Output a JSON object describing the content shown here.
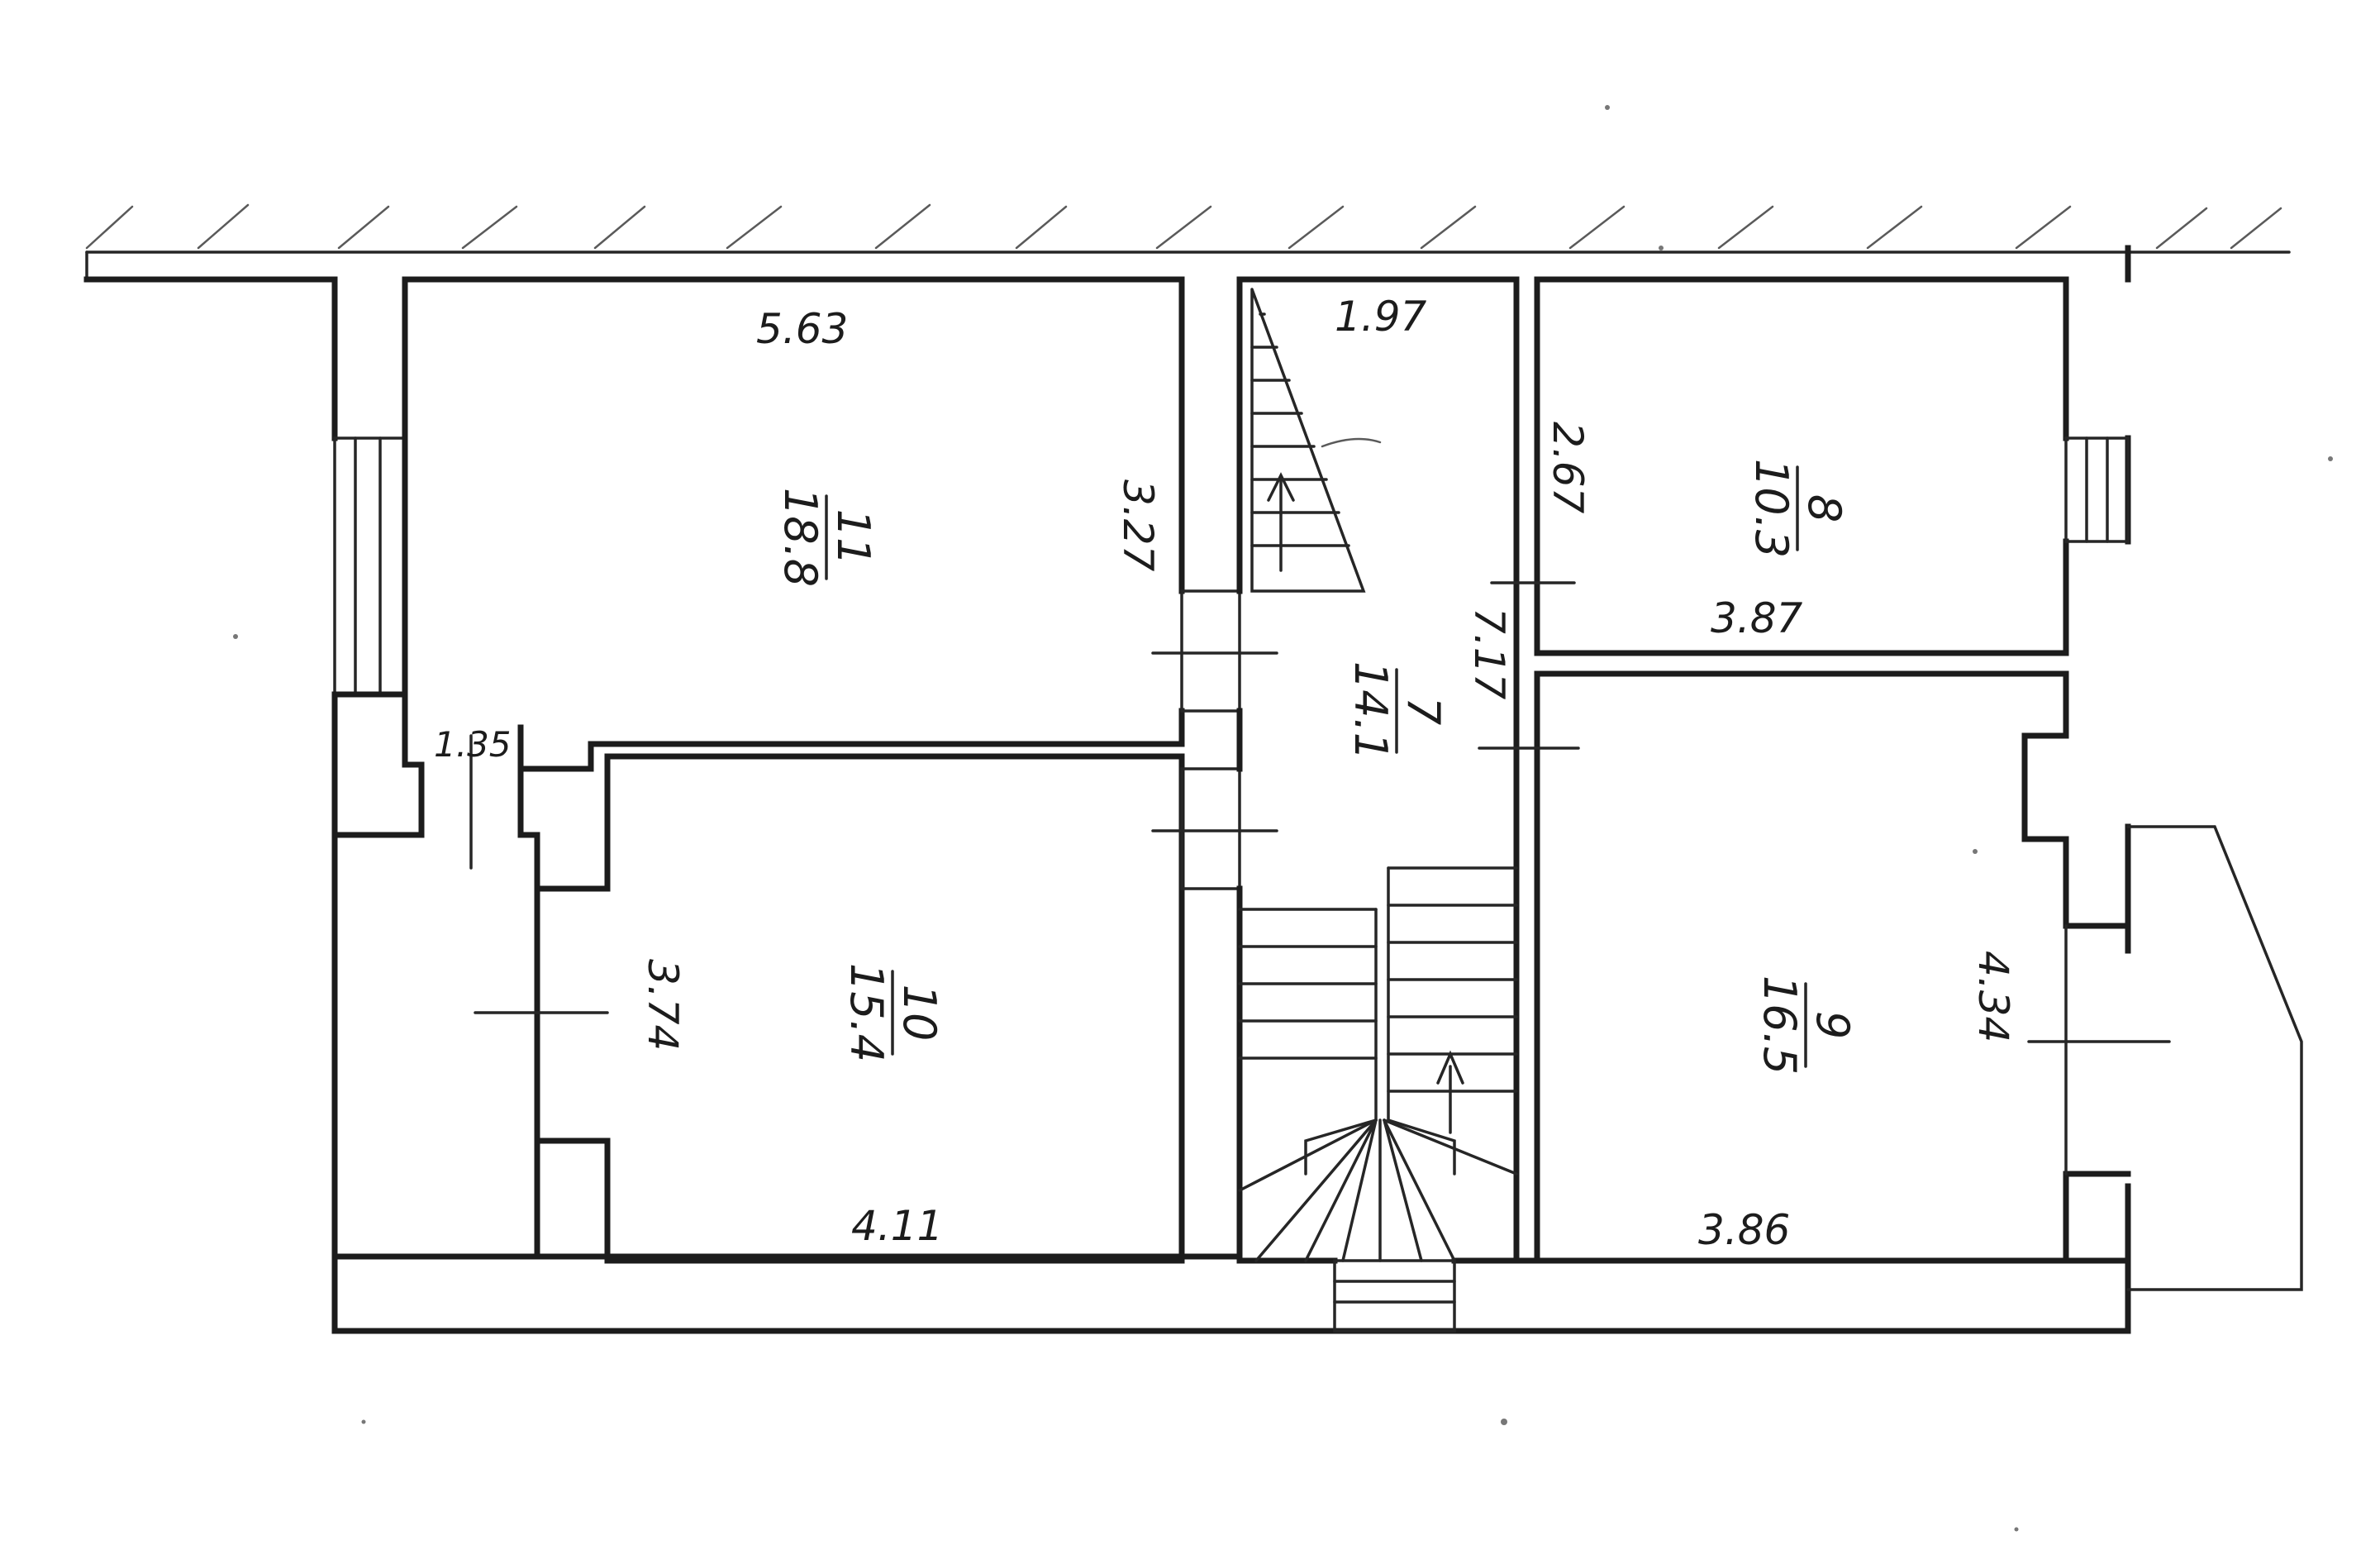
{
  "plan": {
    "rooms": [
      {
        "id": "room-11",
        "number": "11",
        "area": "18.8",
        "width": "5.63",
        "depth": "3.27"
      },
      {
        "id": "room-10",
        "number": "10",
        "area": "15.4",
        "width": "4.11",
        "depth": "3.74"
      },
      {
        "id": "room-7",
        "number": "7",
        "area": "14.1",
        "width": "1.97",
        "depth": "7.17"
      },
      {
        "id": "room-8",
        "number": "8",
        "area": "10.3",
        "width": "3.87",
        "depth": "2.67"
      },
      {
        "id": "room-9",
        "number": "9",
        "area": "16.5",
        "width": "3.86",
        "depth": "4.34"
      }
    ],
    "corridor": {
      "width": "1.35"
    }
  }
}
